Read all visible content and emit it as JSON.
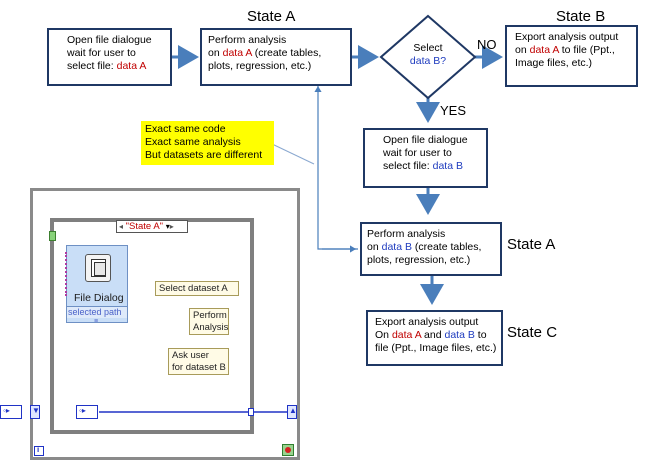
{
  "states": {
    "state_a_top": "State A",
    "state_b": "State B",
    "state_a_mid": "State A",
    "state_c": "State C"
  },
  "labels": {
    "no": "NO",
    "yes": "YES"
  },
  "boxes": {
    "open_a": {
      "line1": "Open file dialogue",
      "line2": "wait for user to",
      "line3_pre": "select file: ",
      "line3_var": "data A"
    },
    "perform_a": {
      "line1": "Perform  analysis",
      "line2_pre": "on ",
      "line2_var": "data A",
      "line2_post": " (create tables,",
      "line3": "plots, regression, etc.)"
    },
    "decision": {
      "line1": "Select",
      "line2": "data B?"
    },
    "export_a": {
      "line1": "Export analysis output",
      "line2_pre": "on ",
      "line2_var": "data A",
      "line2_post": " to file (Ppt.,",
      "line3": "Image files, etc.)"
    },
    "open_b": {
      "line1": "Open file dialogue",
      "line2": "wait for user to",
      "line3_pre": "select file: ",
      "line3_var": "data B"
    },
    "perform_b": {
      "line1": "Perform  analysis",
      "line2_pre": "on ",
      "line2_var": "data B",
      "line2_post": " (create tables,",
      "line3": "plots, regression, etc.)"
    },
    "export_ab": {
      "line1": "Export analysis output",
      "line2_pre": "On ",
      "line2_var_a": "data A",
      "line2_mid": " and ",
      "line2_var_b": "data B",
      "line2_post": " to",
      "line3": "file (Ppt., Image files, etc.)"
    }
  },
  "note": {
    "line1": "Exact same code",
    "line2": "Exact same analysis",
    "line3": "But datasets are different"
  },
  "labview": {
    "case_selector": "\"State A\"",
    "file_dialog_title": "File Dialog",
    "file_dialog_output": "selected path",
    "const_select_dataset": "Select dataset A",
    "const_perform_1": "Perform",
    "const_perform_2": "Analysis",
    "const_ask_1": "Ask user",
    "const_ask_2": "for dataset B"
  },
  "colors": {
    "box_border": "#1f3864",
    "arrow": "#4a7ebb",
    "data_red": "#c00000",
    "data_blue": "#1f3cbf",
    "note_bg": "#ffff00"
  }
}
